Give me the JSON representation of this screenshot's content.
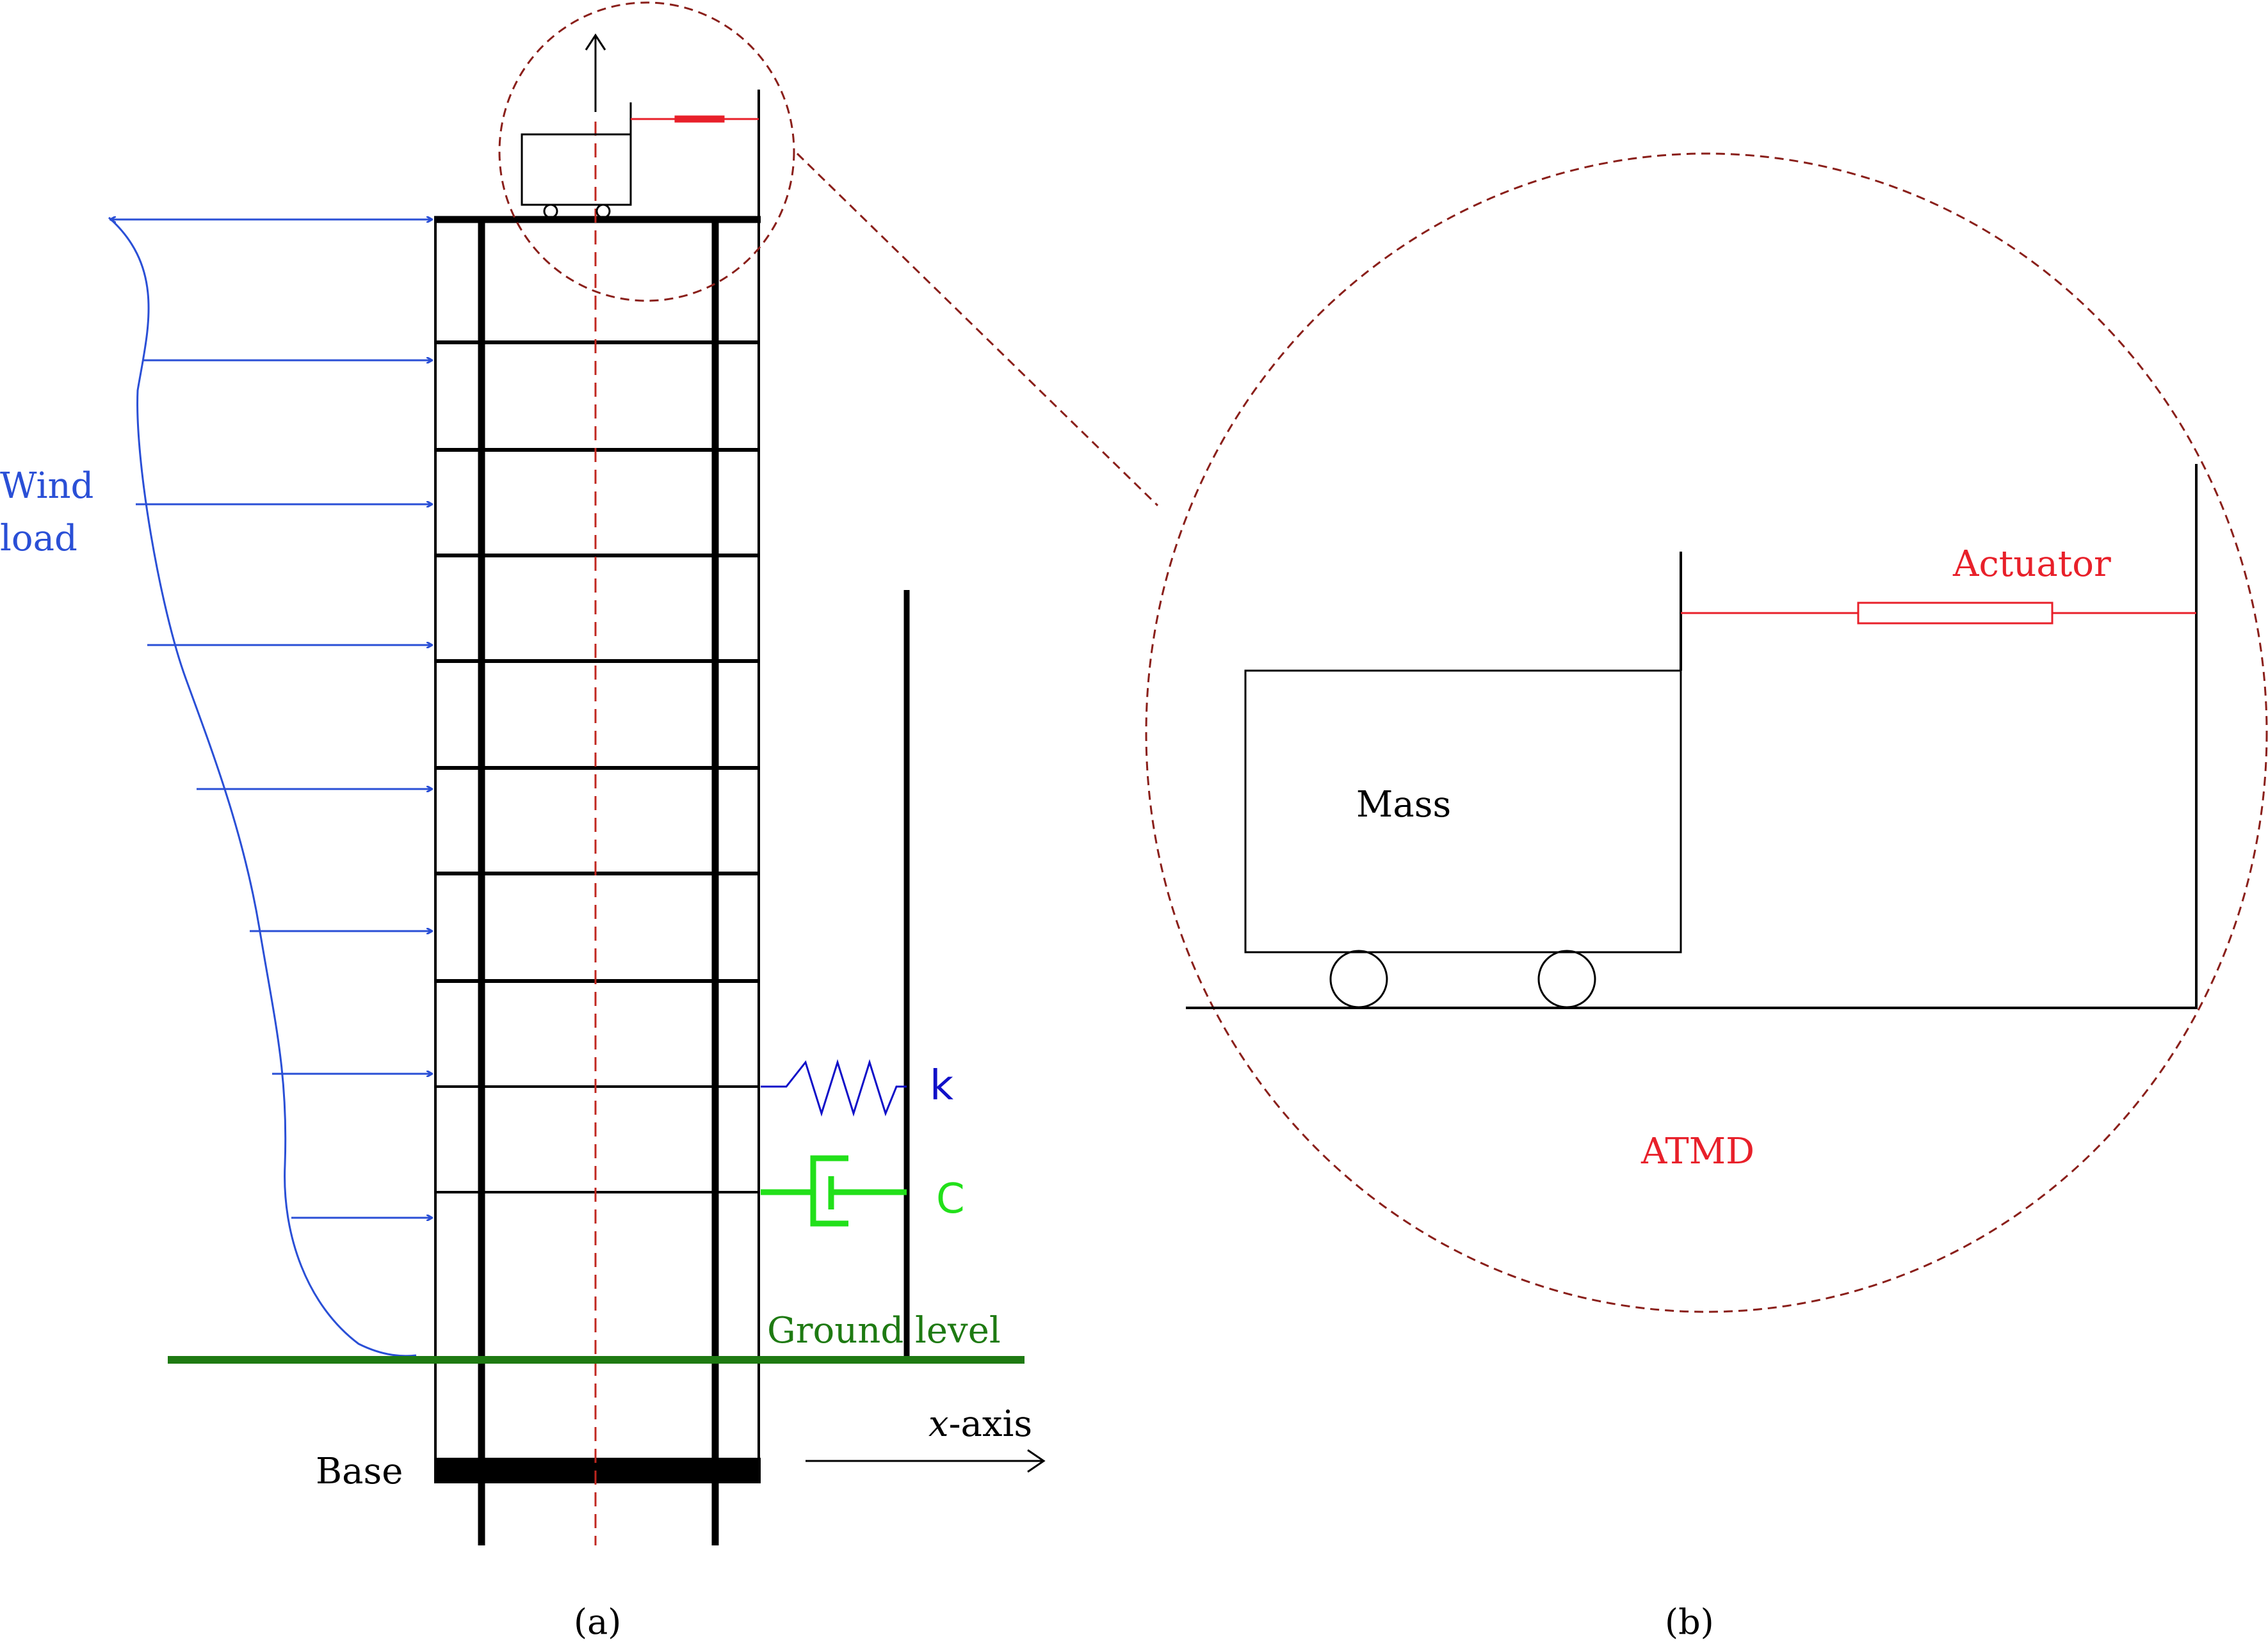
{
  "panel_a": {
    "caption": "(a)",
    "wind_label_line1": "Wind",
    "wind_label_line2": "load",
    "spring_label": "k",
    "damper_label": "C",
    "ground_label": "Ground level",
    "base_label": "Base",
    "axis_label_var": "x",
    "axis_label_rest": "-axis"
  },
  "panel_b": {
    "caption": "(b)",
    "actuator_label": "Actuator",
    "mass_label": "Mass",
    "atmd_label": "ATMD"
  },
  "colors": {
    "wind": "#2a4fd6",
    "spring": "#1010c8",
    "damper": "#22e01a",
    "ground": "#1e7a12",
    "actuator": "#e8202a",
    "circle": "#8a1f1a",
    "structure": "#000000"
  }
}
